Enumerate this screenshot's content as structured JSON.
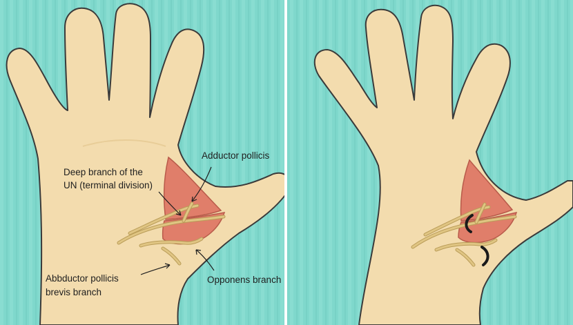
{
  "colors": {
    "background": "#7fd8cc",
    "skin": "#f3dcae",
    "outline": "#3a3a3a",
    "muscle": "#e07e6a",
    "nerve": "#e0c583",
    "mark": "#1a1a1a"
  },
  "panels": [
    {
      "name": "left-panel",
      "labels": {
        "deep_branch_line1": "Deep branch of the",
        "deep_branch_line2": "UN (terminal division)",
        "adductor": "Adductor pollicis",
        "abductor_line1": "Abbductor pollicis",
        "abductor_line2": "brevis branch",
        "opponens": "Opponens branch"
      }
    },
    {
      "name": "right-panel",
      "marks": [
        "cut-mark-upper",
        "cut-mark-lower"
      ]
    }
  ]
}
